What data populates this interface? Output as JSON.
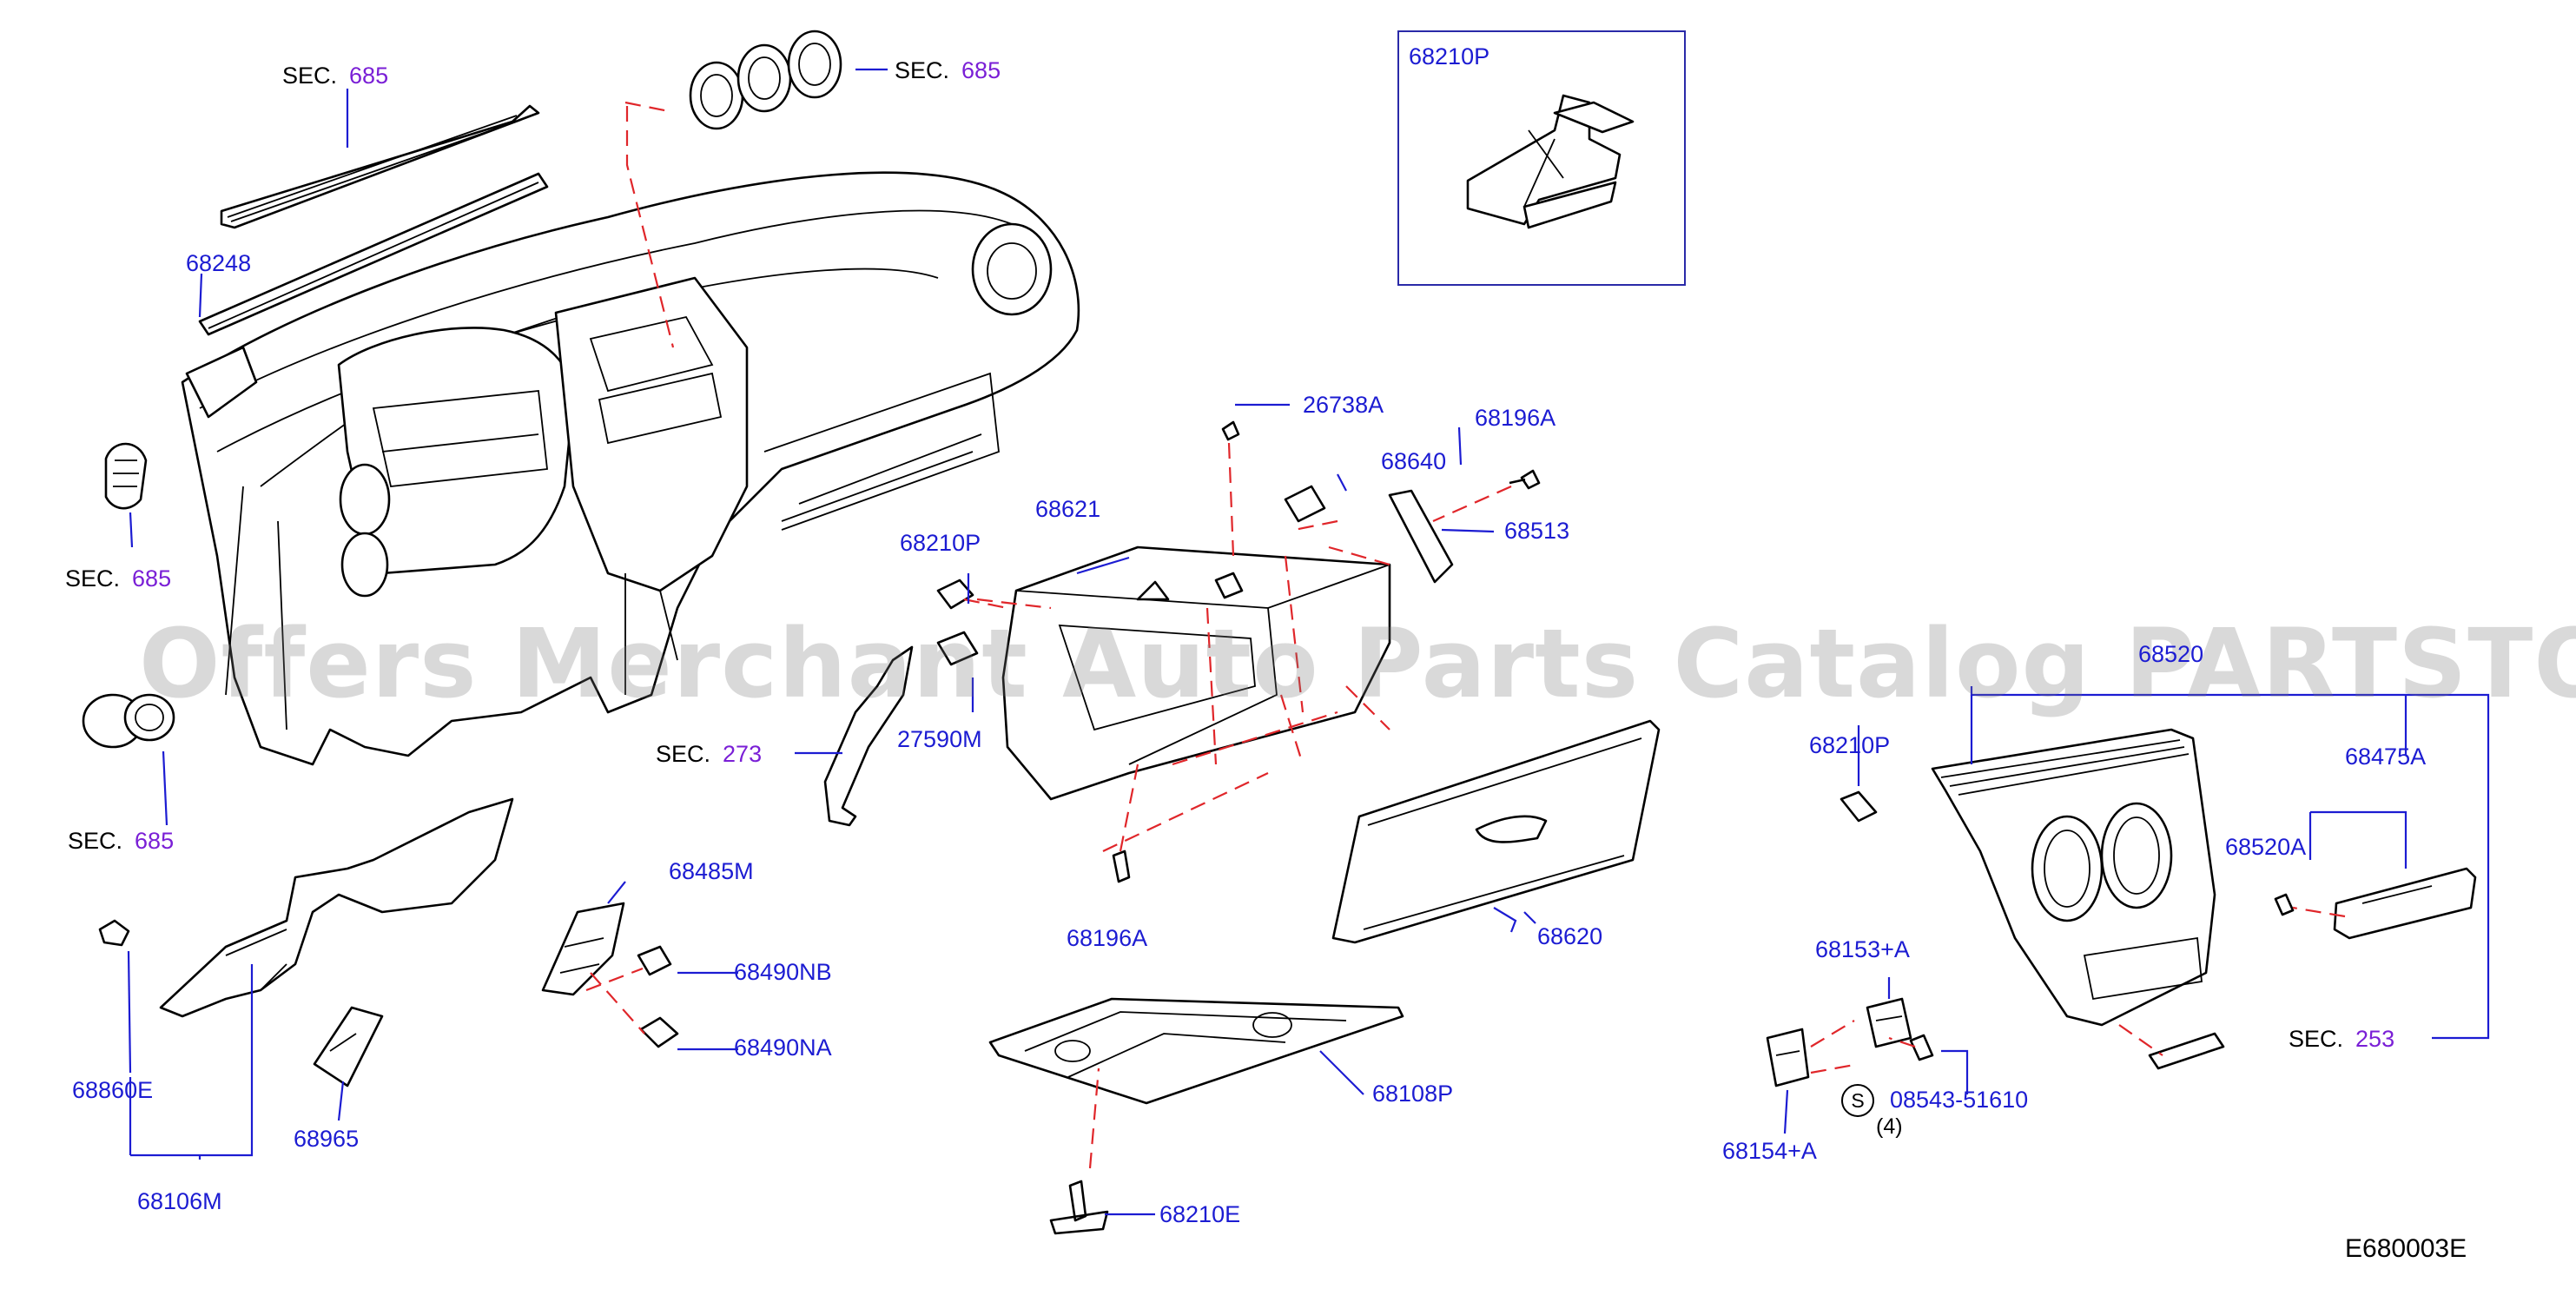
{
  "diagram_id": "E680003E",
  "watermark": "Offers Merchant Auto Parts Catalog PARTSTORE.SA",
  "inset_label": "68210P",
  "section_prefix": "SEC.",
  "sections": {
    "sec_top_center": "685",
    "sec_top_left": "685",
    "sec_left_vent": "685",
    "sec_left_lower_vent": "685",
    "sec_273": "273",
    "sec_253": "253"
  },
  "parts": {
    "p68248": "68248",
    "p26738A": "26738A",
    "p68196A_top": "68196A",
    "p68640": "68640",
    "p68513": "68513",
    "p68621": "68621",
    "p68210P_box": "68210P",
    "p27590M": "27590M",
    "p68520_partial": "68520",
    "p68475A": "68475A",
    "p68210P_right": "68210P",
    "p68520A": "68520A",
    "p68485M": "68485M",
    "p68490NB": "68490NB",
    "p68490NA": "68490NA",
    "p68196A_bottom": "68196A",
    "p68620": "68620",
    "p68153A": "68153+A",
    "p68860E": "68860E",
    "p68965": "68965",
    "p68106M": "68106M",
    "p68108P": "68108P",
    "p68210E": "68210E",
    "p08543": "08543-51610",
    "p68154A": "68154+A"
  },
  "screw_marker": "S",
  "screw_qty": "(4)",
  "colors": {
    "part_number": "#1c1cd2",
    "section_number": "#7a1fd6",
    "dashed_guide": "#e0262a",
    "outline": "#000000",
    "watermark": "#b8b8b8"
  }
}
